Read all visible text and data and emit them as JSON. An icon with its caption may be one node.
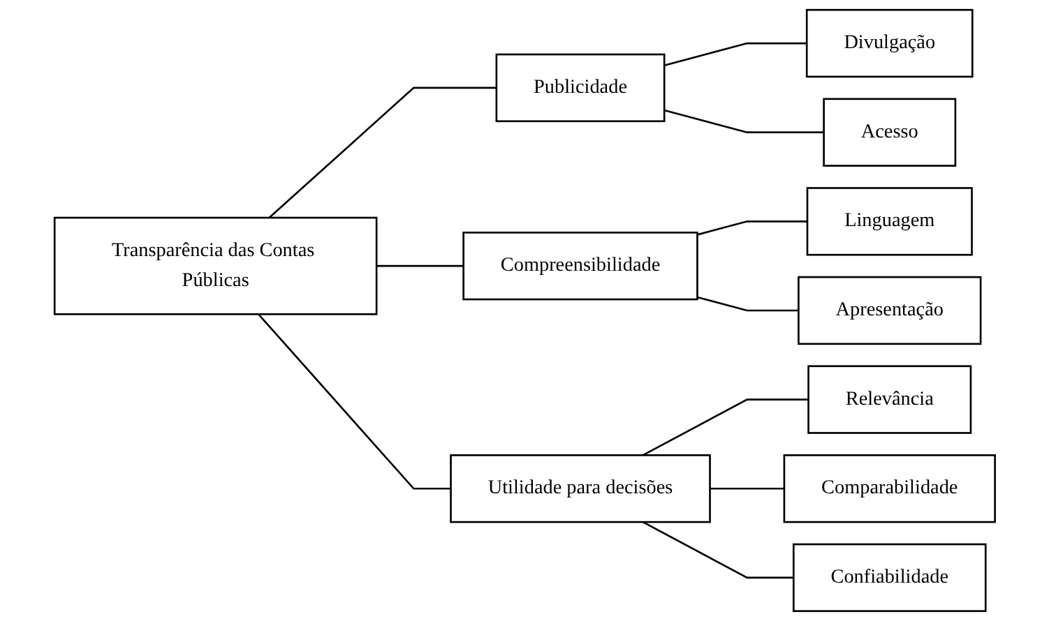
{
  "diagram": {
    "nodes": [
      {
        "text": [
          "Transparência das Contas Públicas"
        ]
      },
      {
        "text": [
          "Publicidade"
        ]
      },
      {
        "text": [
          "Divulgação"
        ]
      },
      {
        "text": [
          "Acesso"
        ]
      },
      {
        "text": [
          "Compreensibilidade"
        ]
      },
      {
        "text": [
          "Linguagem"
        ]
      },
      {
        "text": [
          "Apresentação"
        ]
      },
      {
        "text": [
          "Utilidade para decisões"
        ]
      },
      {
        "text": [
          "Relevância"
        ]
      },
      {
        "text": [
          "Comparabilidade"
        ]
      },
      {
        "text": [
          "Confiabilidade"
        ]
      }
    ],
    "edges": [
      {
        "from": 0,
        "to": 1,
        "arrow": "none"
      },
      {
        "from": 0,
        "to": 4,
        "arrow": "none"
      },
      {
        "from": 0,
        "to": 7,
        "arrow": "none"
      },
      {
        "from": 1,
        "to": 2,
        "arrow": "none"
      },
      {
        "from": 1,
        "to": 3,
        "arrow": "none"
      },
      {
        "from": 4,
        "to": 5,
        "arrow": "none"
      },
      {
        "from": 4,
        "to": 6,
        "arrow": "none"
      },
      {
        "from": 7,
        "to": 8,
        "arrow": "none"
      },
      {
        "from": 7,
        "to": 9,
        "arrow": "none"
      },
      {
        "from": 7,
        "to": 10,
        "arrow": "none"
      }
    ]
  }
}
